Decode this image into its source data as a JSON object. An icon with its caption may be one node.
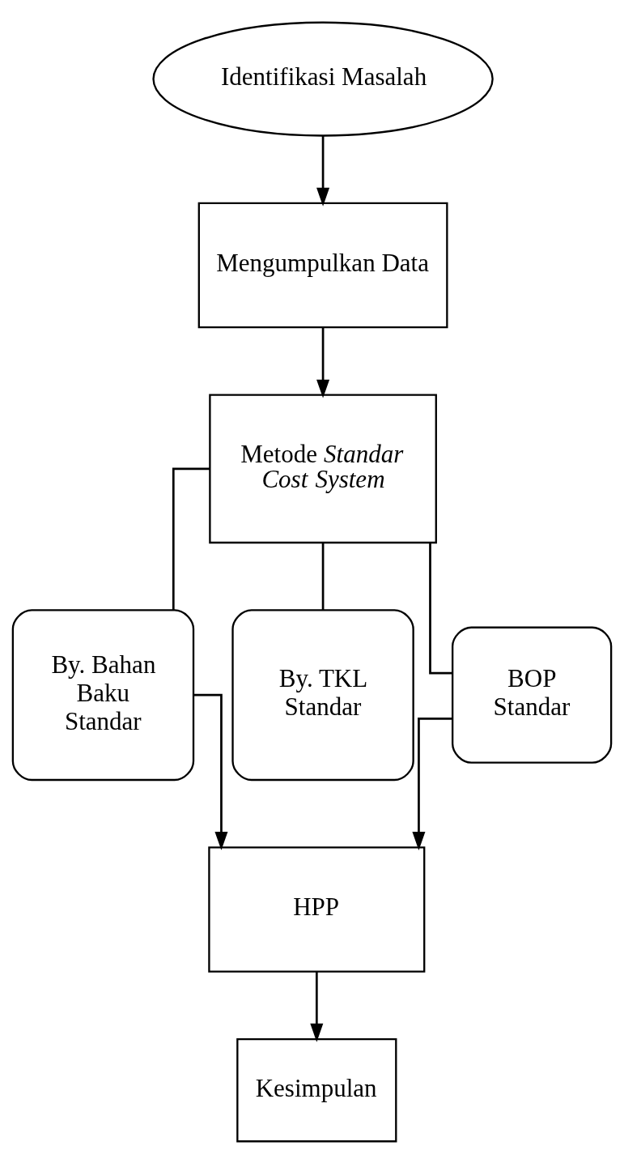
{
  "diagram": {
    "nodes": [
      {
        "text": [
          "Identifikasi Masalah"
        ]
      },
      {
        "text": [
          "Mengumpulkan Data"
        ]
      },
      {
        "text": [
          "Metode *Standar Cost System*"
        ]
      },
      {
        "text": [
          "By. Bahan Baku Standar"
        ]
      },
      {
        "text": [
          "By. TKL Standar"
        ]
      },
      {
        "text": [
          "BOP Standar"
        ]
      },
      {
        "text": [
          "HPP"
        ]
      },
      {
        "text": [
          "Kesimpulan"
        ]
      }
    ],
    "edges": [
      {
        "from": 0,
        "to": 1,
        "arrow": "to"
      },
      {
        "from": 1,
        "to": 2,
        "arrow": "to"
      },
      {
        "from": 2,
        "to": 3,
        "arrow": "none"
      },
      {
        "from": 2,
        "to": 4,
        "arrow": "none"
      },
      {
        "from": 2,
        "to": 5,
        "arrow": "none"
      },
      {
        "from": 3,
        "to": 6,
        "arrow": "to"
      },
      {
        "from": 5,
        "to": 6,
        "arrow": "to"
      },
      {
        "from": 6,
        "to": 7,
        "arrow": "to"
      }
    ]
  }
}
